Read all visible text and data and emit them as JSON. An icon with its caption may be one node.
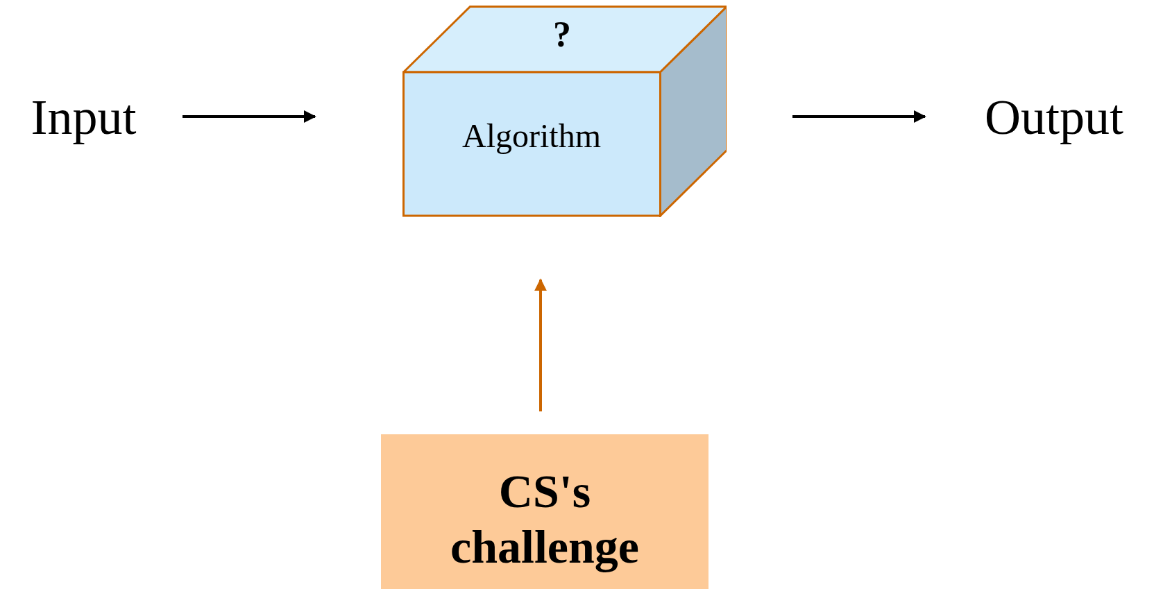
{
  "diagram": {
    "nodes": [
      {
        "text": [
          "Input"
        ]
      },
      {
        "text": [
          "?",
          "Algorithm"
        ]
      },
      {
        "text": [
          "Output"
        ]
      },
      {
        "text": [
          "CS's challenge"
        ]
      }
    ],
    "edges": [
      {
        "from": 0,
        "to": 1,
        "arrow": "to"
      },
      {
        "from": 1,
        "to": 2,
        "arrow": "to"
      },
      {
        "from": 3,
        "to": 1,
        "arrow": "to",
        "color": "#cc6600"
      }
    ]
  }
}
